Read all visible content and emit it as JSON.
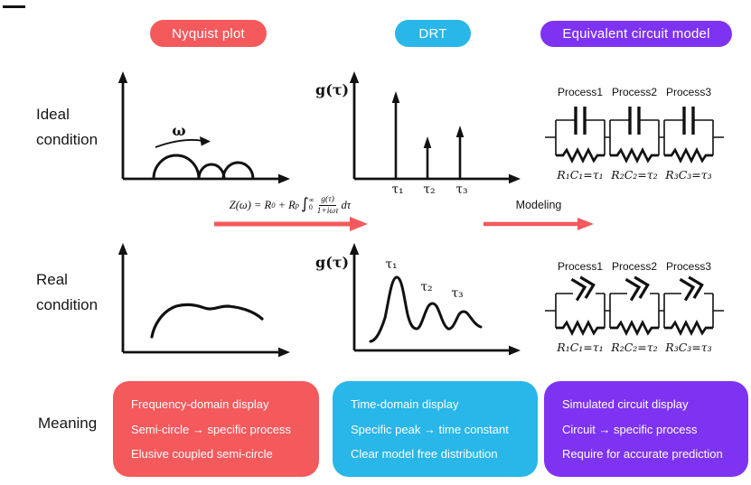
{
  "title_pills": {
    "nyquist": "Nyquist plot",
    "drt": "DRT",
    "ecm": "Equivalent circuit model"
  },
  "colors": {
    "red": "#f4595c",
    "cyan": "#29b6e8",
    "purple": "#7e33f2",
    "ink": "#111111"
  },
  "row_labels": {
    "ideal": {
      "line1": "Ideal",
      "line2": "condition"
    },
    "real": {
      "line1": "Real",
      "line2": "condition"
    },
    "meaning": "Meaning"
  },
  "nyquist_plot": {
    "omega": "ω"
  },
  "drt_plot": {
    "ylabel": "g(τ)",
    "tau1": "τ₁",
    "tau2": "τ₂",
    "tau3": "τ₃"
  },
  "equation": {
    "lhs": "Z(ω) = R",
    "sub0": "0",
    "plus": " + R",
    "subp": "p",
    "integral": "∫",
    "sup": "∞",
    "sub": "0",
    "num": "g(τ)",
    "den": "1+iωτ",
    "dtau": "dτ"
  },
  "modeling": "Modeling",
  "circuit": {
    "processes": [
      "Process1",
      "Process2",
      "Process3"
    ],
    "rc": [
      "R₁C₁=τ₁",
      "R₂C₂=τ₂",
      "R₃C₃=τ₃"
    ]
  },
  "meaning": {
    "nyquist": [
      "Frequency-domain display",
      "Semi-circle → specific process",
      "Elusive coupled semi-circle"
    ],
    "drt": [
      "Time-domain display",
      "Specific peak →  time constant",
      "Clear model free distribution"
    ],
    "ecm": [
      "Simulated circuit display",
      "Circuit →  specific process",
      "Require for accurate prediction"
    ]
  }
}
